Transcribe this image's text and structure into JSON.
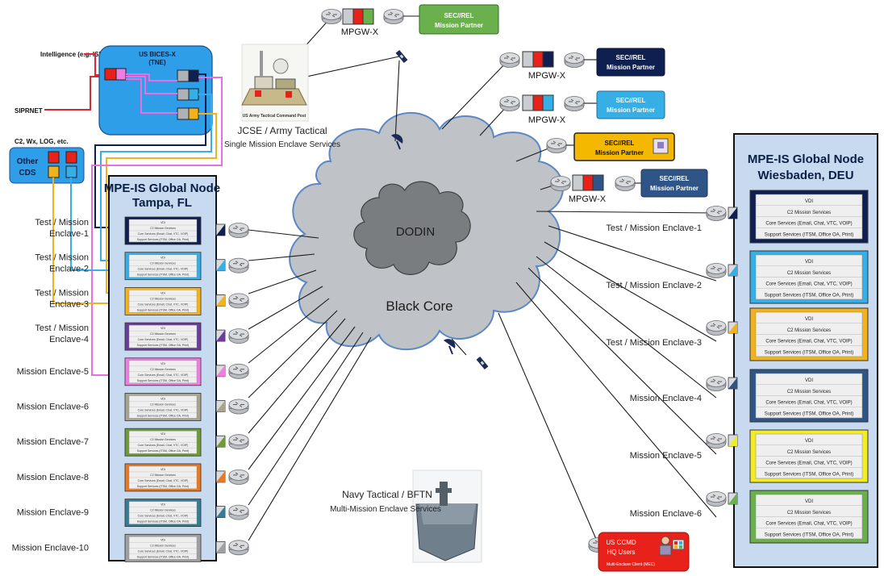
{
  "cloud": {
    "inner_label": "DODIN",
    "outer_label": "Black Core"
  },
  "tampa_node": {
    "title_line1": "MPE-IS Global Node",
    "title_line2": "Tampa, FL",
    "color_bg": "#c7daf0",
    "enclaves": [
      {
        "label_line1": "Test / Mission",
        "label_line2": "Enclave-1",
        "color": "#0f2050"
      },
      {
        "label_line1": "Test / Mission",
        "label_line2": "Enclave-2",
        "color": "#36aee6"
      },
      {
        "label_line1": "Test / Mission",
        "label_line2": "Enclave-3",
        "color": "#f2b21b"
      },
      {
        "label_line1": "Test / Mission",
        "label_line2": "Enclave-4",
        "color": "#6a3d9a"
      },
      {
        "label_line1": "Mission Enclave-5",
        "label_line2": "",
        "color": "#f07ee0"
      },
      {
        "label_line1": "Mission Enclave-6",
        "label_line2": "",
        "color": "#a8a48e"
      },
      {
        "label_line1": "Mission Enclave-7",
        "label_line2": "",
        "color": "#6f9a3a"
      },
      {
        "label_line1": "Mission Enclave-8",
        "label_line2": "",
        "color": "#ea7a22"
      },
      {
        "label_line1": "Mission Enclave-9",
        "label_line2": "",
        "color": "#347d95"
      },
      {
        "label_line1": "Mission Enclave-10",
        "label_line2": "",
        "color": "#9ea0a3"
      }
    ],
    "card_lines": [
      "VDI",
      "C2 Mission Services",
      "Core Services (Email, Chat, VTC, VOIP)",
      "Support Services (ITSM, Office OA, Print)"
    ]
  },
  "wiesbaden_node": {
    "title_line1": "MPE-IS Global Node",
    "title_line2": "Wiesbaden, DEU",
    "color_bg": "#c7daf0",
    "enclaves": [
      {
        "label": "Test / Mission Enclave-1",
        "color": "#0f2050"
      },
      {
        "label": "Test / Mission Enclave-2",
        "color": "#36aee6"
      },
      {
        "label": "Test / Mission Enclave-3",
        "color": "#f2b21b"
      },
      {
        "label": "Mission Enclave-4",
        "color": "#2f5587"
      },
      {
        "label": "Mission Enclave-5",
        "color": "#f2ec25"
      },
      {
        "label": "Mission Enclave-6",
        "color": "#6ab04c"
      }
    ],
    "card_lines": [
      "VDI",
      "C2 Mission Services",
      "Core Services (Email, Chat, VTC, VOIP)",
      "Support Services (ITSM, Office OA, Print)"
    ]
  },
  "bices": {
    "title_line1": "US BICES-X",
    "title_line2": "(TNE)",
    "color_bg": "#2f9ee8"
  },
  "left_inputs": {
    "intelligence": "Intelligence (e.g. ISR)",
    "siprnet": "SIPRNET",
    "c2": "C2, Wx, LOG, etc."
  },
  "other_cds": {
    "line1": "Other",
    "line2": "CDS"
  },
  "partners": [
    {
      "line1": "SEC//REL",
      "line2": "Mission Partner",
      "color": "#6ab04c",
      "text_color": "#ffffff"
    },
    {
      "line1": "SEC//REL",
      "line2": "Mission Partner",
      "color": "#0f2050",
      "text_color": "#ffffff"
    },
    {
      "line1": "SEC//REL",
      "line2": "Mission Partner",
      "color": "#36aee6",
      "text_color": "#ffffff"
    },
    {
      "line1": "SEC//REL",
      "line2": "Mission Partner",
      "color": "#f5b800",
      "text_color": "#111111"
    },
    {
      "line1": "SEC//REL",
      "line2": "Mission Partner",
      "color": "#2f5587",
      "text_color": "#ffffff"
    }
  ],
  "mpgw_label": "MPGW-X",
  "jcse": {
    "line1": "JCSE / Army Tactical",
    "line2": "Single Mission Enclave Services",
    "inner_caption": "US Army Tactical Command Post"
  },
  "navy": {
    "line1": "Navy Tactical / BFTN",
    "line2": "Multi-Mission Enclave Services"
  },
  "ccmd": {
    "line1": "US CCMD",
    "line2": "HQ Users",
    "line3": "Multi-Enclave Client (MEC)",
    "color": "#e8221b"
  },
  "colors": {
    "cloud_fill": "#bfc3c7",
    "cloud_stroke": "#5b87c6",
    "inner_cloud_fill": "#7a7d80",
    "line_red": "#d9282f",
    "line_pink": "#e96fe0",
    "line_blue": "#36aee6",
    "line_yellow": "#f2b21b",
    "line_navy": "#0f2050"
  }
}
